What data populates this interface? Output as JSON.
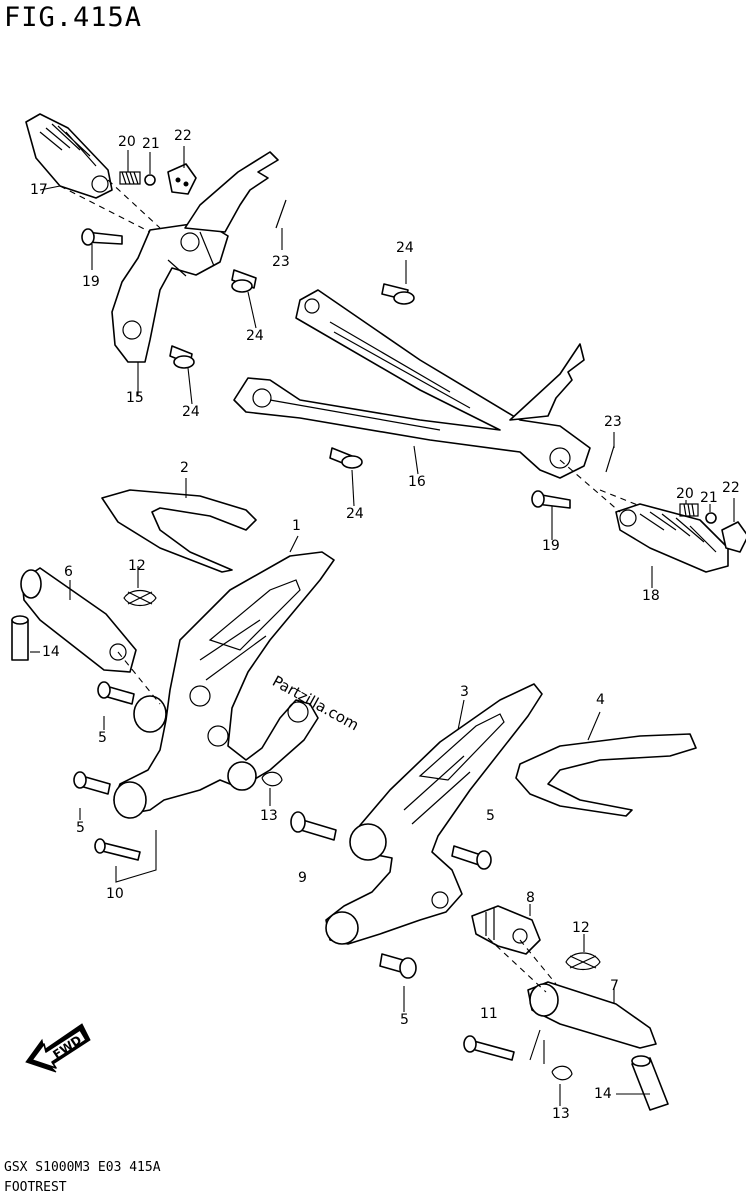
{
  "header": {
    "figure_label": "FIG.415A"
  },
  "footer": {
    "code": "GSX S1000M3 E03 415A",
    "name": "FOOTREST"
  },
  "watermark": "Partzilla.com",
  "fwd_badge": "FWD",
  "callouts": [
    {
      "id": "c1",
      "label": "1"
    },
    {
      "id": "c2",
      "label": "2"
    },
    {
      "id": "c3",
      "label": "3"
    },
    {
      "id": "c4",
      "label": "4"
    },
    {
      "id": "c5a",
      "label": "5"
    },
    {
      "id": "c5b",
      "label": "5"
    },
    {
      "id": "c5c",
      "label": "5"
    },
    {
      "id": "c5d",
      "label": "5"
    },
    {
      "id": "c6",
      "label": "6"
    },
    {
      "id": "c7",
      "label": "7"
    },
    {
      "id": "c8",
      "label": "8"
    },
    {
      "id": "c9",
      "label": "9"
    },
    {
      "id": "c10",
      "label": "10"
    },
    {
      "id": "c11",
      "label": "11"
    },
    {
      "id": "c12a",
      "label": "12"
    },
    {
      "id": "c12b",
      "label": "12"
    },
    {
      "id": "c13a",
      "label": "13"
    },
    {
      "id": "c13b",
      "label": "13"
    },
    {
      "id": "c14a",
      "label": "14"
    },
    {
      "id": "c14b",
      "label": "14"
    },
    {
      "id": "c15",
      "label": "15"
    },
    {
      "id": "c16",
      "label": "16"
    },
    {
      "id": "c17",
      "label": "17"
    },
    {
      "id": "c18",
      "label": "18"
    },
    {
      "id": "c19a",
      "label": "19"
    },
    {
      "id": "c19b",
      "label": "19"
    },
    {
      "id": "c20a",
      "label": "20"
    },
    {
      "id": "c20b",
      "label": "20"
    },
    {
      "id": "c21a",
      "label": "21"
    },
    {
      "id": "c21b",
      "label": "21"
    },
    {
      "id": "c22a",
      "label": "22"
    },
    {
      "id": "c22b",
      "label": "22"
    },
    {
      "id": "c23a",
      "label": "23"
    },
    {
      "id": "c23b",
      "label": "23"
    },
    {
      "id": "c24a",
      "label": "24"
    },
    {
      "id": "c24b",
      "label": "24"
    },
    {
      "id": "c24c",
      "label": "24"
    },
    {
      "id": "c24d",
      "label": "24"
    }
  ]
}
